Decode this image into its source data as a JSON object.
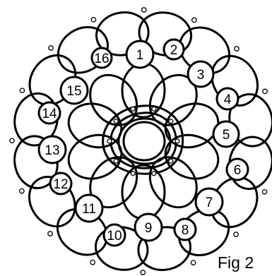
{
  "diagram": {
    "caption": "Fig 2",
    "rings": [
      {
        "number": "1"
      },
      {
        "number": "2"
      },
      {
        "number": "3"
      },
      {
        "number": "4"
      },
      {
        "number": "5"
      },
      {
        "number": "6"
      },
      {
        "number": "7"
      },
      {
        "number": "8"
      },
      {
        "number": "9"
      },
      {
        "number": "10"
      },
      {
        "number": "11"
      },
      {
        "number": "12"
      },
      {
        "number": "13"
      },
      {
        "number": "14"
      },
      {
        "number": "15"
      },
      {
        "number": "16"
      }
    ]
  }
}
